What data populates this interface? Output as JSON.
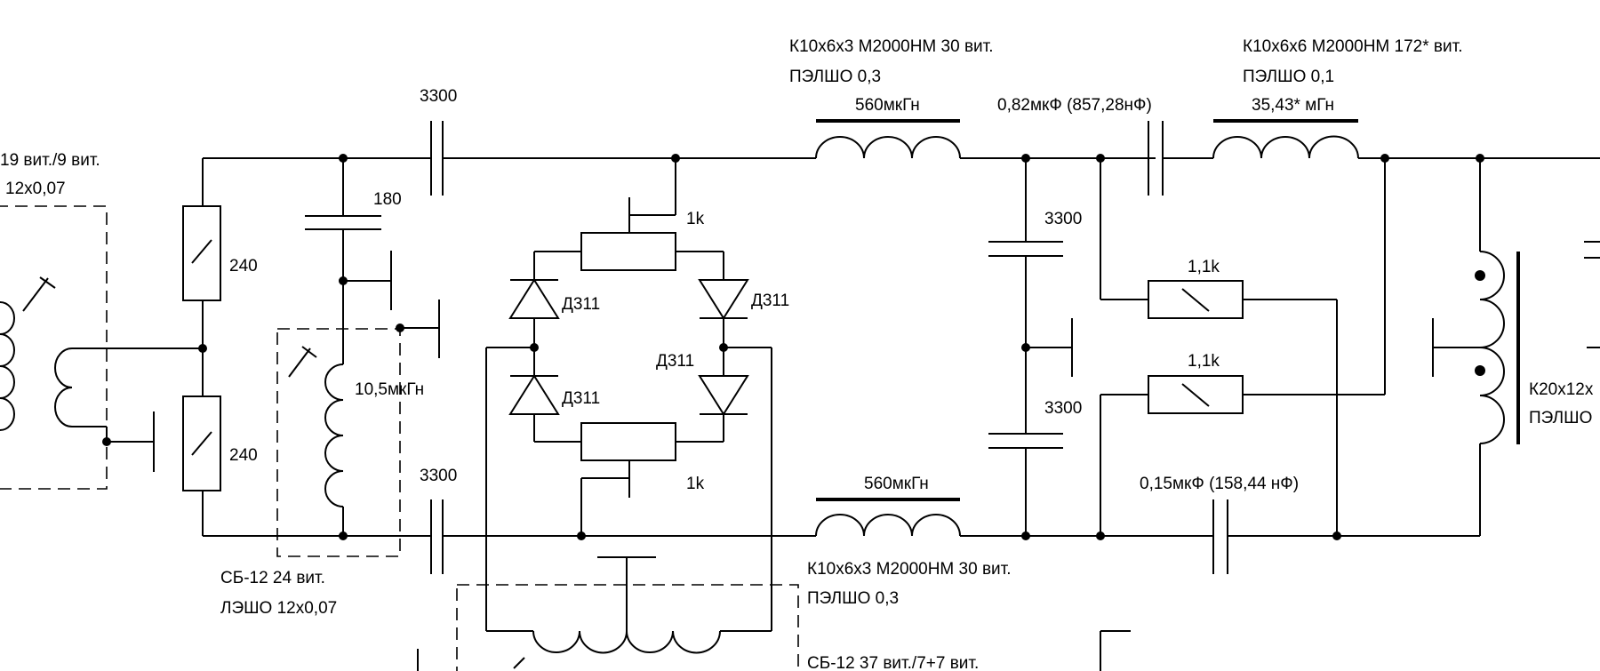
{
  "labels": {
    "input_turns": "19 вит./9 вит.",
    "input_wire": "12х0,07",
    "c_in_top": "3300",
    "c_180": "180",
    "r_top": "240",
    "r_bottom": "240",
    "l_var_value": "10,5мкГн",
    "c_in_bottom": "3300",
    "l_var_turns": "СБ-12 24 вит.",
    "l_var_wire": "ЛЭШО 12х0,07",
    "pot_top": "1k",
    "pot_bottom": "1k",
    "d_upper_left": "Д311",
    "d_upper_right": "Д311",
    "d_lower_left": "Д311",
    "d_lower_right": "Д311",
    "l1_core": "К10х6х3 М2000НМ 30 вит.",
    "l1_wire": "ПЭЛШО 0,3",
    "l1_value": "560мкГн",
    "l2_core": "К10х6х3 М2000НМ 30 вит.",
    "l2_wire": "ПЭЛШО 0,3",
    "l2_value": "560мкГн",
    "c_082": "0,82мкФ (857,28нФ)",
    "l3_core": "К10х6х6 М2000НМ 172* вит.",
    "l3_wire": "ПЭЛШО 0,1",
    "l3_value": "35,43* мГн",
    "c_shunt_top": "3300",
    "c_shunt_bottom": "3300",
    "r_11k_top": "1,1k",
    "r_11k_bottom": "1,1k",
    "c_015": "0,15мкФ (158,44 нФ)",
    "t_out_core": "К20х12х",
    "t_out_wire": "ПЭЛШО",
    "t_bottom_turns": "СБ-12 37 вит./7+7 вит."
  }
}
